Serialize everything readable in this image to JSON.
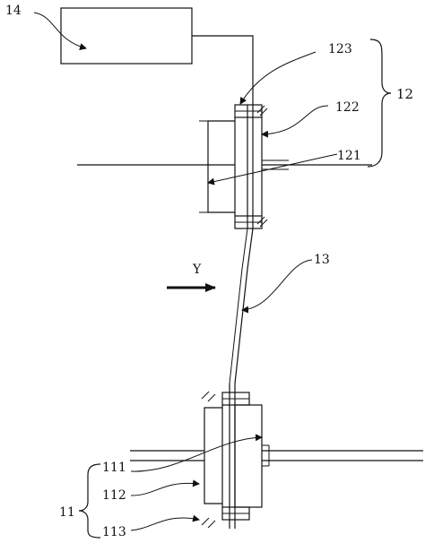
{
  "labels": {
    "l14": "14",
    "l123": "123",
    "l12": "12",
    "l122": "122",
    "l121": "121",
    "l13": "13",
    "lY": "Y",
    "l111": "111",
    "l11": "11",
    "l112": "112",
    "l113": "113"
  }
}
